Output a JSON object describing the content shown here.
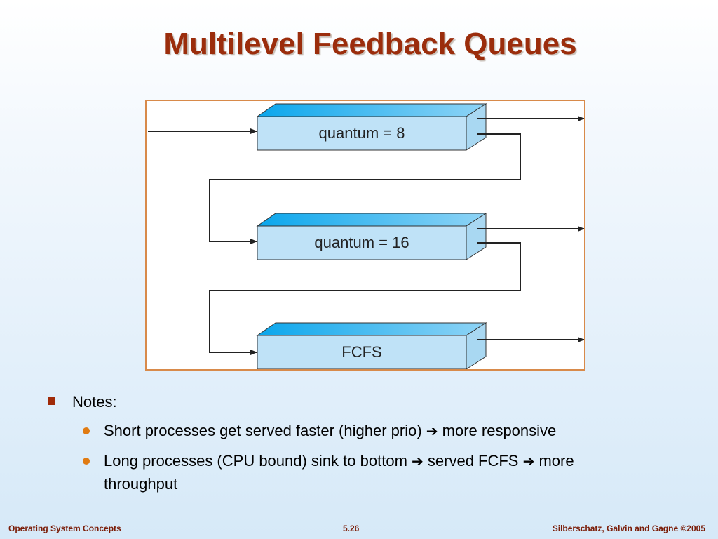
{
  "slide": {
    "title": "Multilevel Feedback Queues"
  },
  "diagram": {
    "queues": [
      {
        "label": "quantum = 8"
      },
      {
        "label": "quantum = 16"
      },
      {
        "label": "FCFS"
      }
    ]
  },
  "notes": {
    "heading": "Notes:",
    "items": [
      {
        "before": "Short processes get served faster (higher prio) ",
        "arrow": "➔",
        "after": " more responsive"
      },
      {
        "before": "Long processes (CPU bound) sink to bottom ",
        "arrow": "➔",
        "middle": " served FCFS ",
        "arrow2": "➔",
        "after": " more throughput"
      }
    ]
  },
  "footer": {
    "left": "Operating System Concepts",
    "center": "5.26",
    "right": "Silberschatz, Galvin and Gagne ©2005"
  },
  "colors": {
    "title": "#9b2d0c",
    "box_front": "#bfe2f7",
    "box_top": "#1eb0ee",
    "frame_border": "#d88a4a",
    "bullet_square": "#a02a08",
    "bullet_dot": "#e07b12"
  }
}
